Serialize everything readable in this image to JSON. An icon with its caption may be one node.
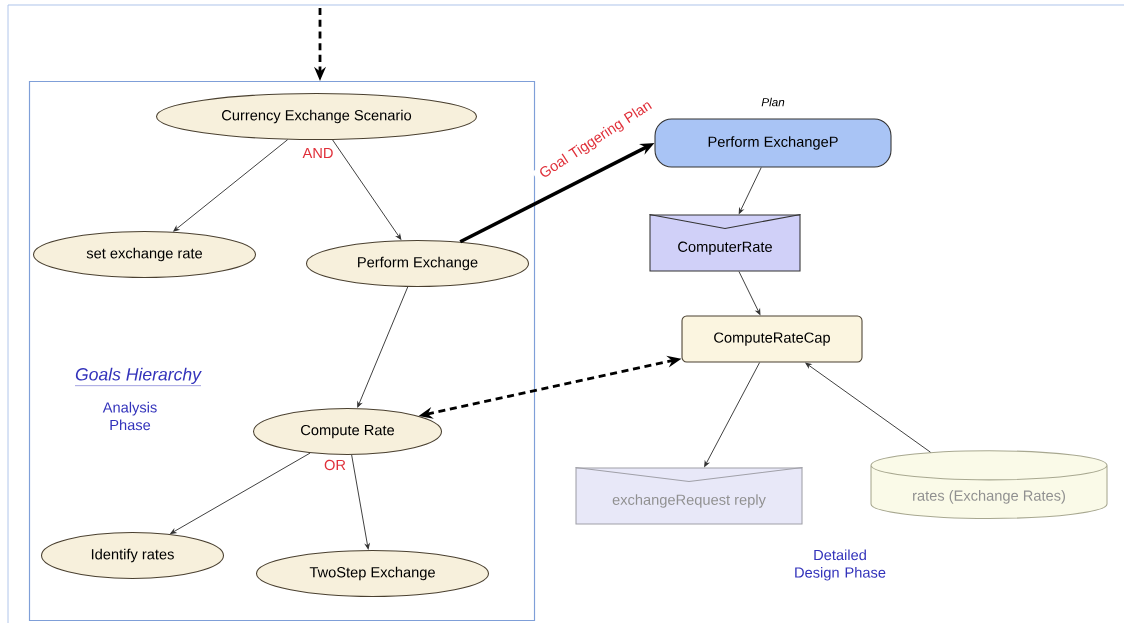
{
  "diagram": {
    "nodes": [
      {
        "text": [
          "Goals Hierarchy",
          "Analysis Phase"
        ]
      },
      {
        "text": [
          "Currency Exchange Scenario"
        ],
        "in": 0
      },
      {
        "text": [
          "set exchange rate"
        ],
        "in": 0
      },
      {
        "text": [
          "Perform Exchange"
        ],
        "in": 0
      },
      {
        "text": [
          "Compute Rate"
        ],
        "in": 0
      },
      {
        "text": [
          "Identify rates"
        ],
        "in": 0
      },
      {
        "text": [
          "TwoStep Exchange"
        ],
        "in": 0
      },
      {
        "text": [
          "Perform ExchangeP"
        ],
        "beside": [
          "Plan"
        ]
      },
      {
        "text": [
          "ComputerRate"
        ]
      },
      {
        "text": [
          "ComputeRateCap"
        ]
      },
      {
        "text": [
          "exchangeRequest reply"
        ]
      },
      {
        "text": [
          "rates (Exchange Rates)"
        ]
      }
    ],
    "edges": [
      {
        "from": null,
        "to": 0,
        "arrow": "to",
        "style": "dashed"
      },
      {
        "from": 1,
        "to": 2,
        "arrow": "to"
      },
      {
        "from": 1,
        "to": 3,
        "arrow": "to"
      },
      {
        "from": 3,
        "to": 7,
        "arrow": "to",
        "label": "Goal Tiggering Plan",
        "style": "thick"
      },
      {
        "from": 3,
        "to": 4,
        "arrow": "to"
      },
      {
        "from": 4,
        "to": 5,
        "arrow": "to"
      },
      {
        "from": 4,
        "to": 6,
        "arrow": "to"
      },
      {
        "from": 4,
        "to": 9,
        "arrow": "both",
        "style": "dashed"
      },
      {
        "from": 7,
        "to": 8,
        "arrow": "to"
      },
      {
        "from": 8,
        "to": 9,
        "arrow": "to"
      },
      {
        "from": 9,
        "to": 10,
        "arrow": "to"
      },
      {
        "from": 11,
        "to": 9,
        "arrow": "to"
      }
    ],
    "labels": [
      "AND",
      "OR",
      "Detailed Design Phase"
    ]
  }
}
